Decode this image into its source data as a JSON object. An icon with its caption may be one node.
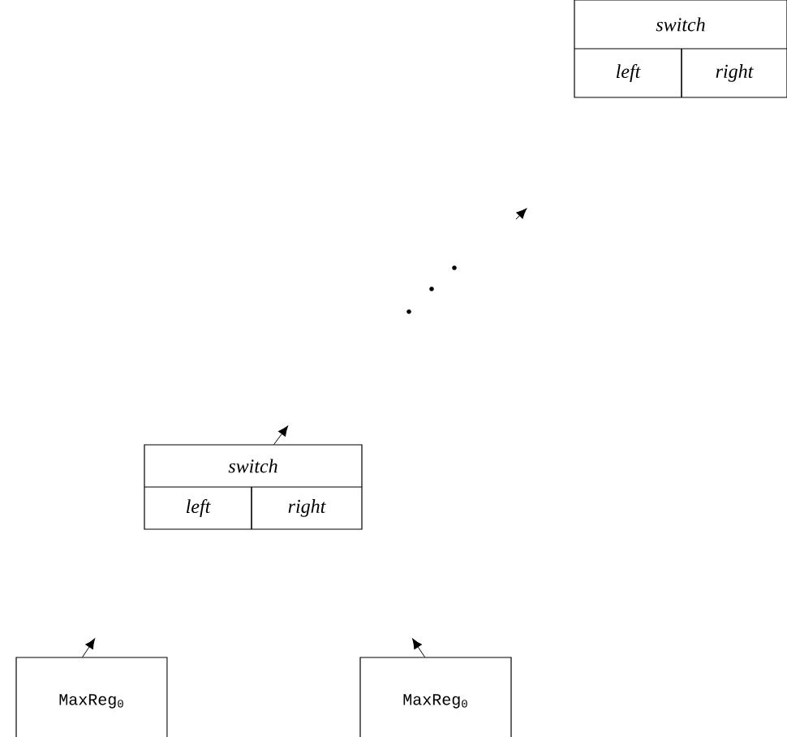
{
  "diagram": {
    "nodes": [
      {
        "text": [
          "switch",
          "left",
          "right"
        ]
      },
      {
        "text": [
          "switch",
          "left",
          "right"
        ]
      },
      {
        "text": [
          "MaxReg$_{0}$"
        ]
      },
      {
        "text": [
          "MaxReg$_{0}$"
        ]
      }
    ],
    "edges": [
      {
        "from": 1,
        "to": null,
        "arrow": "to"
      },
      {
        "from": 2,
        "to": null,
        "arrow": "to"
      },
      {
        "from": 3,
        "to": null,
        "arrow": "to"
      }
    ]
  }
}
